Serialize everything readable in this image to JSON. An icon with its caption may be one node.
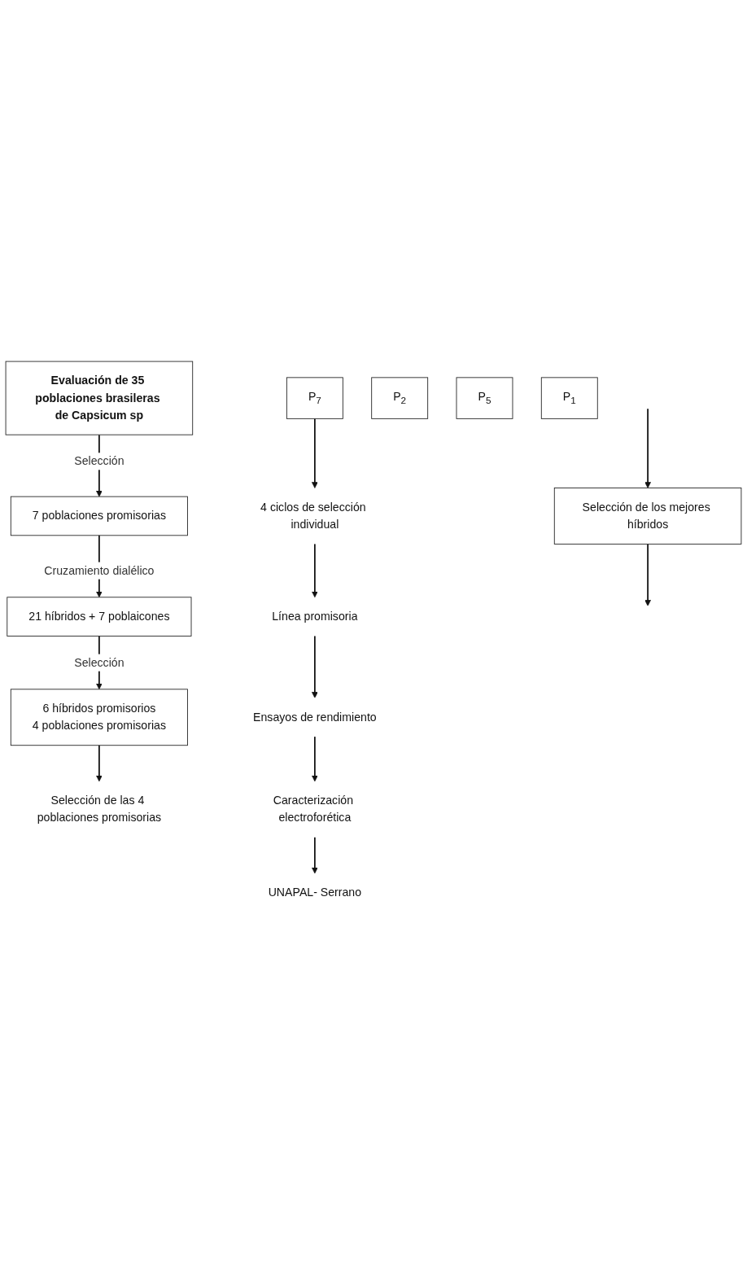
{
  "diagram": {
    "nodes": [
      {
        "text": [
          "Evaluación de 35 poblaciones brasileras de Capsicum sp"
        ]
      },
      {
        "text": [
          "7 poblaciones promisorias"
        ]
      },
      {
        "text": [
          "21 híbridos + 7 poblaicones"
        ]
      },
      {
        "text": [
          "6 híbridos promisorios",
          "4 poblaciones promisorias"
        ]
      },
      {
        "text": [
          "Selección de las 4 poblaciones promisorias"
        ]
      },
      {
        "text": [
          "Selección de los mejores híbridos"
        ]
      },
      {
        "text": [
          "P$_{7}$"
        ]
      },
      {
        "text": [
          "P$_{2}$"
        ]
      },
      {
        "text": [
          "P$_{5}$"
        ]
      },
      {
        "text": [
          "P$_{1}$"
        ]
      },
      {
        "text": [
          "4 ciclos de selección individual"
        ]
      },
      {
        "text": [
          "Línea promisoria"
        ]
      },
      {
        "text": [
          "Ensayos de rendimiento"
        ]
      },
      {
        "text": [
          "Caracterización electroforética"
        ]
      },
      {
        "text": [
          "UNAPAL- Serrano"
        ]
      }
    ],
    "edges": [
      {
        "from": 0,
        "to": 1,
        "arrow": "to",
        "label": "Selección"
      },
      {
        "from": 1,
        "to": 2,
        "arrow": "to",
        "label": "Cruzamiento dialélico"
      },
      {
        "from": 2,
        "to": 3,
        "arrow": "to",
        "label": "Selección"
      },
      {
        "from": 3,
        "to": 4,
        "arrow": "to"
      },
      {
        "from": null,
        "to": 5,
        "arrow": "to"
      },
      {
        "from": 5,
        "to": null,
        "arrow": "to"
      },
      {
        "from": 6,
        "to": 10,
        "arrow": "to"
      },
      {
        "from": 10,
        "to": 11,
        "arrow": "to"
      },
      {
        "from": 11,
        "to": 12,
        "arrow": "to"
      },
      {
        "from": 12,
        "to": 13,
        "arrow": "to"
      },
      {
        "from": 13,
        "to": 14,
        "arrow": "to"
      }
    ]
  }
}
